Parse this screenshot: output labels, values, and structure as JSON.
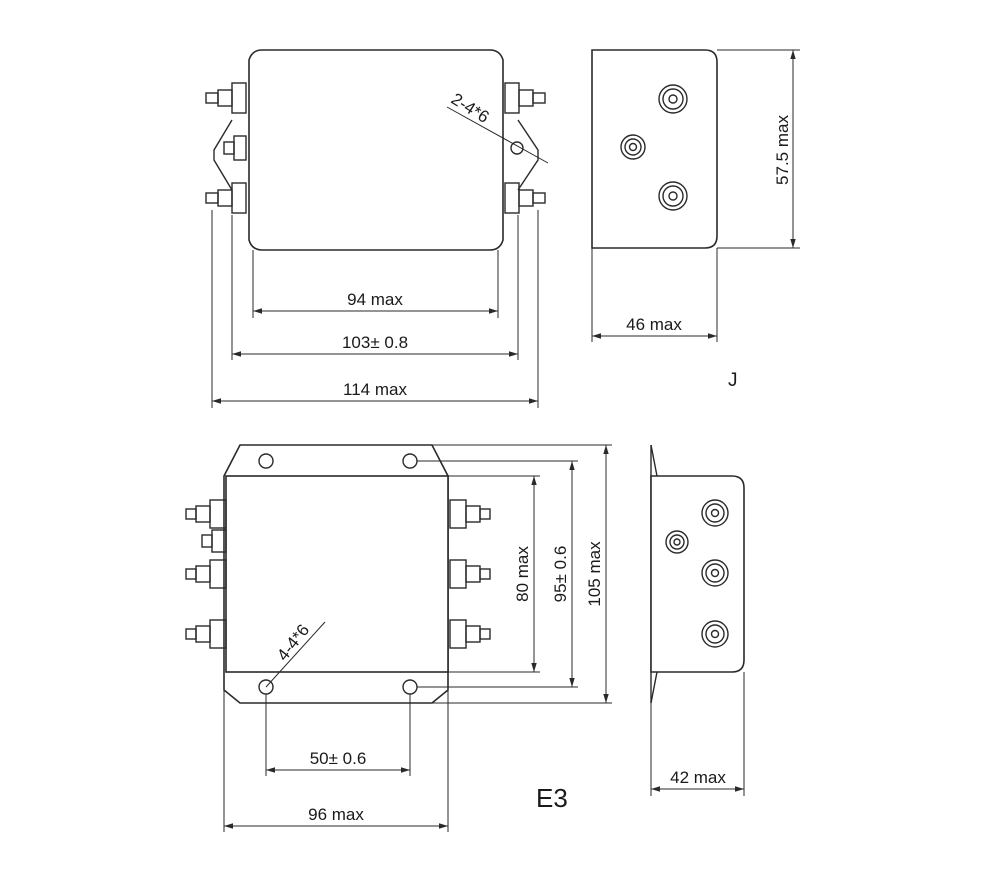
{
  "drawing_j": {
    "label": "J",
    "hole_note": "2-4*6",
    "dim_body_width": "94 max",
    "dim_hole_pitch": "103± 0.8",
    "dim_overall_width": "114 max",
    "dim_depth": "46 max",
    "dim_height": "57.5 max"
  },
  "drawing_e3": {
    "label": "E3",
    "hole_note": "4-4*6",
    "dim_body_height": "80 max",
    "dim_hole_pitch_v": "95± 0.6",
    "dim_overall_height": "105 max",
    "dim_hole_pitch_h": "50± 0.6",
    "dim_overall_width": "96 max",
    "dim_depth": "42 max"
  }
}
